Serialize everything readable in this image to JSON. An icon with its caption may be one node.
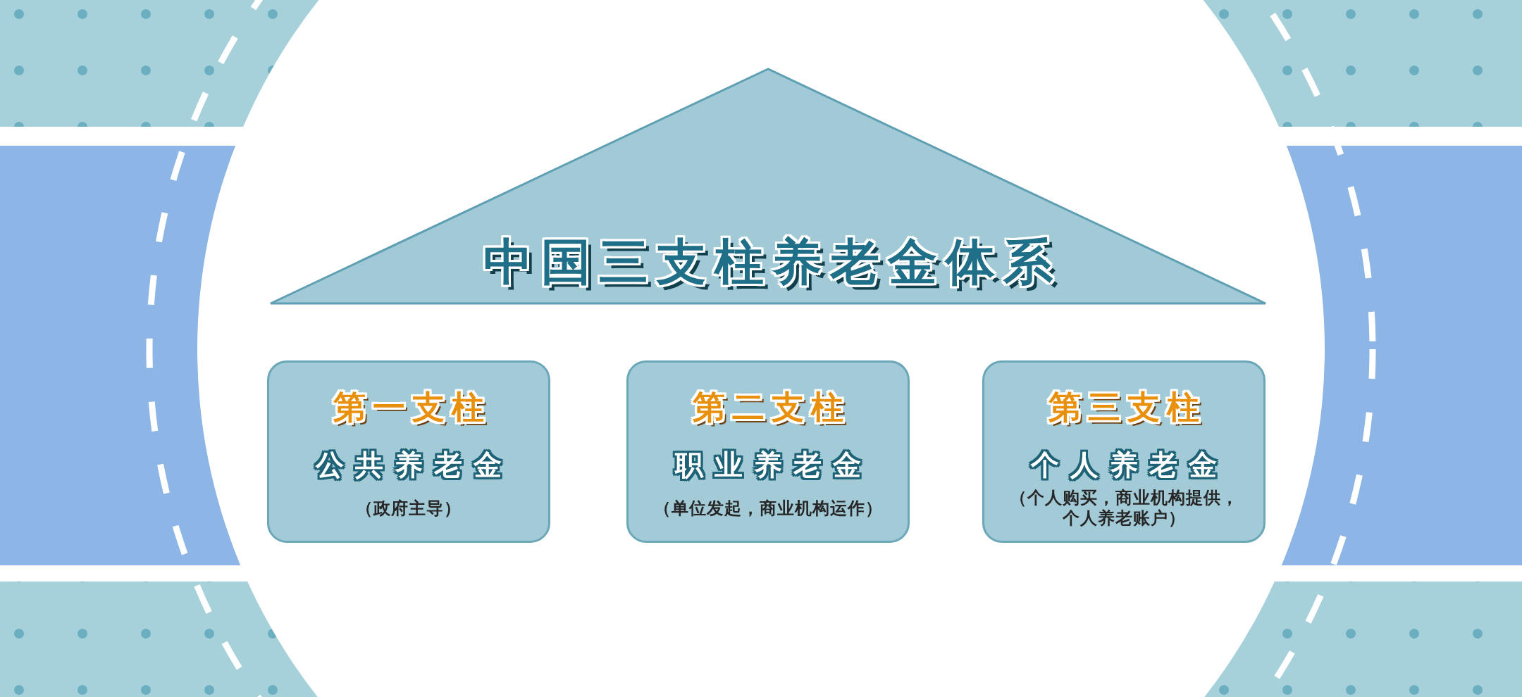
{
  "diagram": {
    "nodes": [
      {
        "text": [
          "中国三支柱养老金体系"
        ]
      },
      {
        "text": [
          "第一支柱",
          "公共养老金",
          "（政府主导）"
        ]
      },
      {
        "text": [
          "第二支柱",
          "职业养老金",
          "（单位发起，商业机构运作）"
        ]
      },
      {
        "text": [
          "第三支柱",
          "个人养老金",
          "（个人购买，商业机构提供，个人养老账户）"
        ]
      }
    ]
  }
}
